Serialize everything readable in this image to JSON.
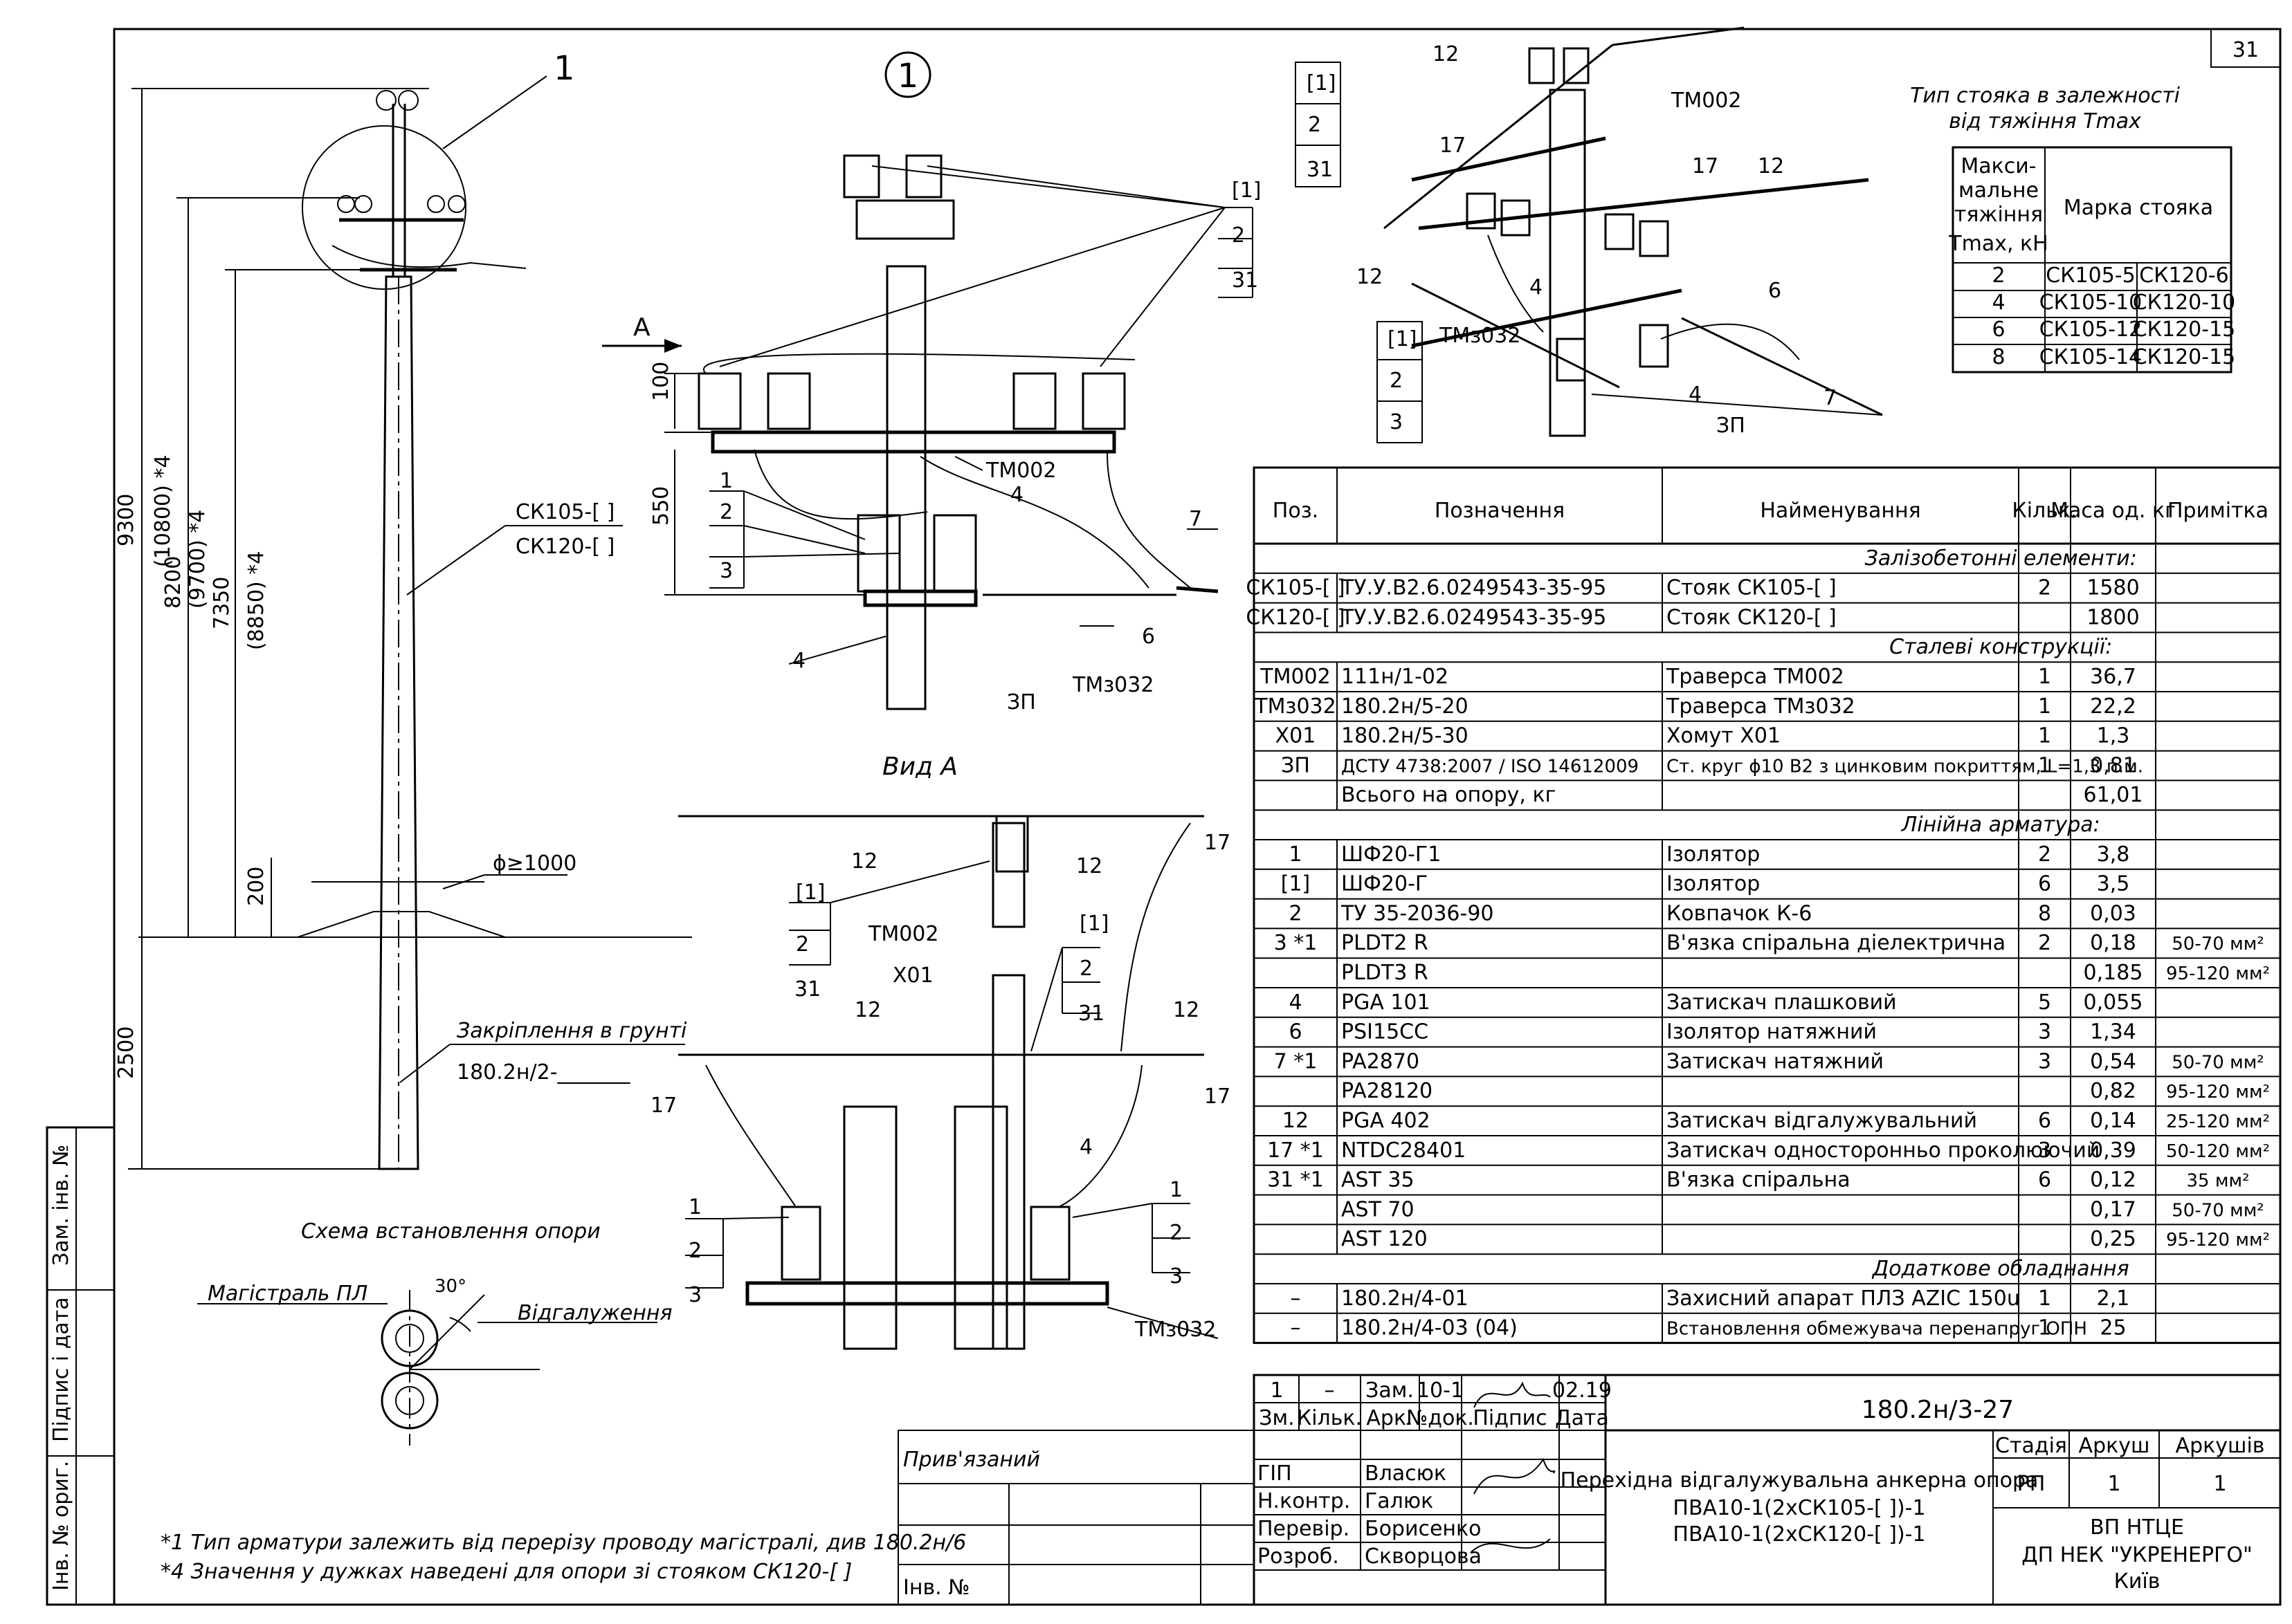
{
  "sheet_number": "31",
  "drawing_code": "180.2н/3-27",
  "title_lines": [
    "Перехідна відгалужувальна анкерна опора",
    "ПВА10-1(2хСК105-[  ])-1",
    "ПВА10-1(2хСК120-[  ])-1"
  ],
  "organization": [
    "ВП НТЦЕ",
    "ДП НЕК \"УКРЕНЕРГО\"",
    "Київ"
  ],
  "stage": {
    "headers": [
      "Стадія",
      "Аркуш",
      "Аркушів"
    ],
    "values": [
      "РП",
      "1",
      "1"
    ]
  },
  "revision": {
    "values": [
      "1",
      "–",
      "Зам.",
      "10-1",
      "",
      "02.19"
    ],
    "headers": [
      "Зм.",
      "Кільк.",
      "Арк.",
      "№док.",
      "Підпис",
      "Дата"
    ]
  },
  "signers": [
    {
      "role": "ГІП",
      "name": "Власюк"
    },
    {
      "role": "Н.контр.",
      "name": "Галюк"
    },
    {
      "role": "Перевір.",
      "name": "Борисенко"
    },
    {
      "role": "Розроб.",
      "name": "Скворцова"
    }
  ],
  "bound_label": "Прив'язаний",
  "inv_no_label": "Інв. №",
  "side_stamp": [
    "Інв. № ориг.",
    "Підпис і дата",
    "Зам. інв. №"
  ],
  "footnotes": [
    "*1 Тип арматури залежить від перерізу проводу магістралі, див 180.2н/6",
    "*4 Значення у дужках наведені для опори зі стояком СК120-[  ]"
  ],
  "pole_view": {
    "callout": "1",
    "dims": [
      "9300",
      "(10800) *4",
      "8200",
      "(9700) *4",
      "7350",
      "(8850) *4",
      "200",
      "2500"
    ],
    "pole_labels": [
      "СК105-[   ]",
      "СК120-[   ]"
    ],
    "diameter": "ϕ≥1000",
    "ground_fix": "Закріплення в грунті",
    "ground_fix_code": "180.2н/2-_______"
  },
  "scheme": {
    "title": "Схема встановлення опори",
    "main_line": "Магістраль ПЛ",
    "branch": "Відгалуження",
    "angle": "30°"
  },
  "detail": {
    "callout": "1",
    "dims": [
      "100",
      "550"
    ],
    "view_arrow": "А",
    "labels": [
      "[1]",
      "2",
      "31",
      "1",
      "2",
      "3",
      "4",
      "ТМ002",
      "4",
      "7",
      "6",
      "ЗП",
      "ТМз032"
    ]
  },
  "view_a": {
    "title": "Вид А",
    "labels": [
      "12",
      "12",
      "17",
      "[1]",
      "2",
      "31",
      "ТМ002",
      "Х01",
      "[1]",
      "2",
      "31",
      "12",
      "12",
      "17",
      "17",
      "4",
      "1",
      "2",
      "3",
      "1",
      "2",
      "3",
      "ТМз032"
    ]
  },
  "iso": {
    "labels": [
      "[1]",
      "2",
      "31",
      "12",
      "ТМ002",
      "17",
      "17",
      "12",
      "12",
      "6",
      "[1]",
      "ТМз032",
      "2",
      "3",
      "4",
      "4",
      "7",
      "ЗП"
    ]
  },
  "type_table": {
    "title": "Тип стояка в залежності",
    "title2": "від тяжіння Tmax",
    "col1": [
      "Макси-",
      "мальне",
      "тяжіння",
      "Tmax, кН"
    ],
    "col2": "Марка стояка",
    "rows": [
      [
        "2",
        "СК105-5",
        "СК120-6"
      ],
      [
        "4",
        "СК105-10",
        "СК120-10"
      ],
      [
        "6",
        "СК105-12",
        "СК120-15"
      ],
      [
        "8",
        "СК105-14",
        "СК120-15"
      ]
    ]
  },
  "spec": {
    "headers": [
      "Поз.",
      "Позначення",
      "Найменування",
      "Кільк.",
      "Маса од. кг",
      "Примітка"
    ],
    "rows": [
      {
        "s": "Залізобетонні елементи:"
      },
      {
        "c": [
          "СК105-[  ]",
          "ТУ.У.В2.6.0249543-35-95",
          "Стояк СК105-[         ]",
          "2",
          "1580",
          ""
        ]
      },
      {
        "c": [
          "СК120-[  ]",
          "ТУ.У.В2.6.0249543-35-95",
          "Стояк СК120-[         ]",
          "",
          "1800",
          ""
        ]
      },
      {
        "s": "Сталеві конструкції:"
      },
      {
        "c": [
          "ТМ002",
          "111н/1-02",
          "Траверса ТМ002",
          "1",
          "36,7",
          ""
        ]
      },
      {
        "c": [
          "ТМз032",
          "180.2н/5-20",
          "Траверса ТМз032",
          "1",
          "22,2",
          ""
        ]
      },
      {
        "c": [
          "Х01",
          "180.2н/5-30",
          "Хомут Х01",
          "1",
          "1,3",
          ""
        ]
      },
      {
        "c": [
          "ЗП",
          "ДСТУ 4738:2007 / ISO 14612009",
          "Ст. круг ϕ10 В2 з цинковим покриттям, L=1,3 п.м.",
          "1",
          "0,81",
          ""
        ]
      },
      {
        "c": [
          "",
          "Всього на опору, кг",
          "",
          "",
          "61,01",
          ""
        ]
      },
      {
        "s": "Лінійна арматура:"
      },
      {
        "c": [
          "1",
          "ШФ20-Г1",
          "Ізолятор",
          "2",
          "3,8",
          ""
        ]
      },
      {
        "c": [
          "[1]",
          "ШФ20-Г",
          "Ізолятор",
          "6",
          "3,5",
          ""
        ]
      },
      {
        "c": [
          "2",
          "ТУ 35-2036-90",
          "Ковпачок К-6",
          "8",
          "0,03",
          ""
        ]
      },
      {
        "c": [
          "3 *1",
          "PLDT2 R",
          "В'язка спіральна діелектрична",
          "2",
          "0,18",
          "50-70 мм²"
        ]
      },
      {
        "c": [
          "",
          "PLDT3 R",
          "",
          "",
          "0,185",
          "95-120 мм²"
        ]
      },
      {
        "c": [
          "4",
          "PGA 101",
          "Затискач плашковий",
          "5",
          "0,055",
          ""
        ]
      },
      {
        "c": [
          "6",
          "PSI15CC",
          "Ізолятор натяжний",
          "3",
          "1,34",
          ""
        ]
      },
      {
        "c": [
          "7 *1",
          "PA2870",
          "Затискач натяжний",
          "3",
          "0,54",
          "50-70 мм²"
        ]
      },
      {
        "c": [
          "",
          "PA28120",
          "",
          "",
          "0,82",
          "95-120 мм²"
        ]
      },
      {
        "c": [
          "12",
          "PGA 402",
          "Затискач відгалужувальний",
          "6",
          "0,14",
          "25-120 мм²"
        ]
      },
      {
        "c": [
          "17 *1",
          "NTDC28401",
          "Затискач односторонньо проколюючий",
          "3",
          "0,39",
          "50-120 мм²"
        ]
      },
      {
        "c": [
          "31 *1",
          "AST 35",
          "В'язка спіральна",
          "6",
          "0,12",
          "35 мм²"
        ]
      },
      {
        "c": [
          "",
          "AST 70",
          "",
          "",
          "0,17",
          "50-70 мм²"
        ]
      },
      {
        "c": [
          "",
          "AST 120",
          "",
          "",
          "0,25",
          "95-120 мм²"
        ]
      },
      {
        "s": "Додаткове обладнання"
      },
      {
        "c": [
          "–",
          "180.2н/4-01",
          "Захисний апарат ПЛЗ AZIC 150u",
          "1",
          "2,1",
          ""
        ]
      },
      {
        "c": [
          "–",
          "180.2н/4-03 (04)",
          "Встановлення обмежувача перенапруг ОПН",
          "1",
          "25",
          ""
        ]
      }
    ]
  }
}
